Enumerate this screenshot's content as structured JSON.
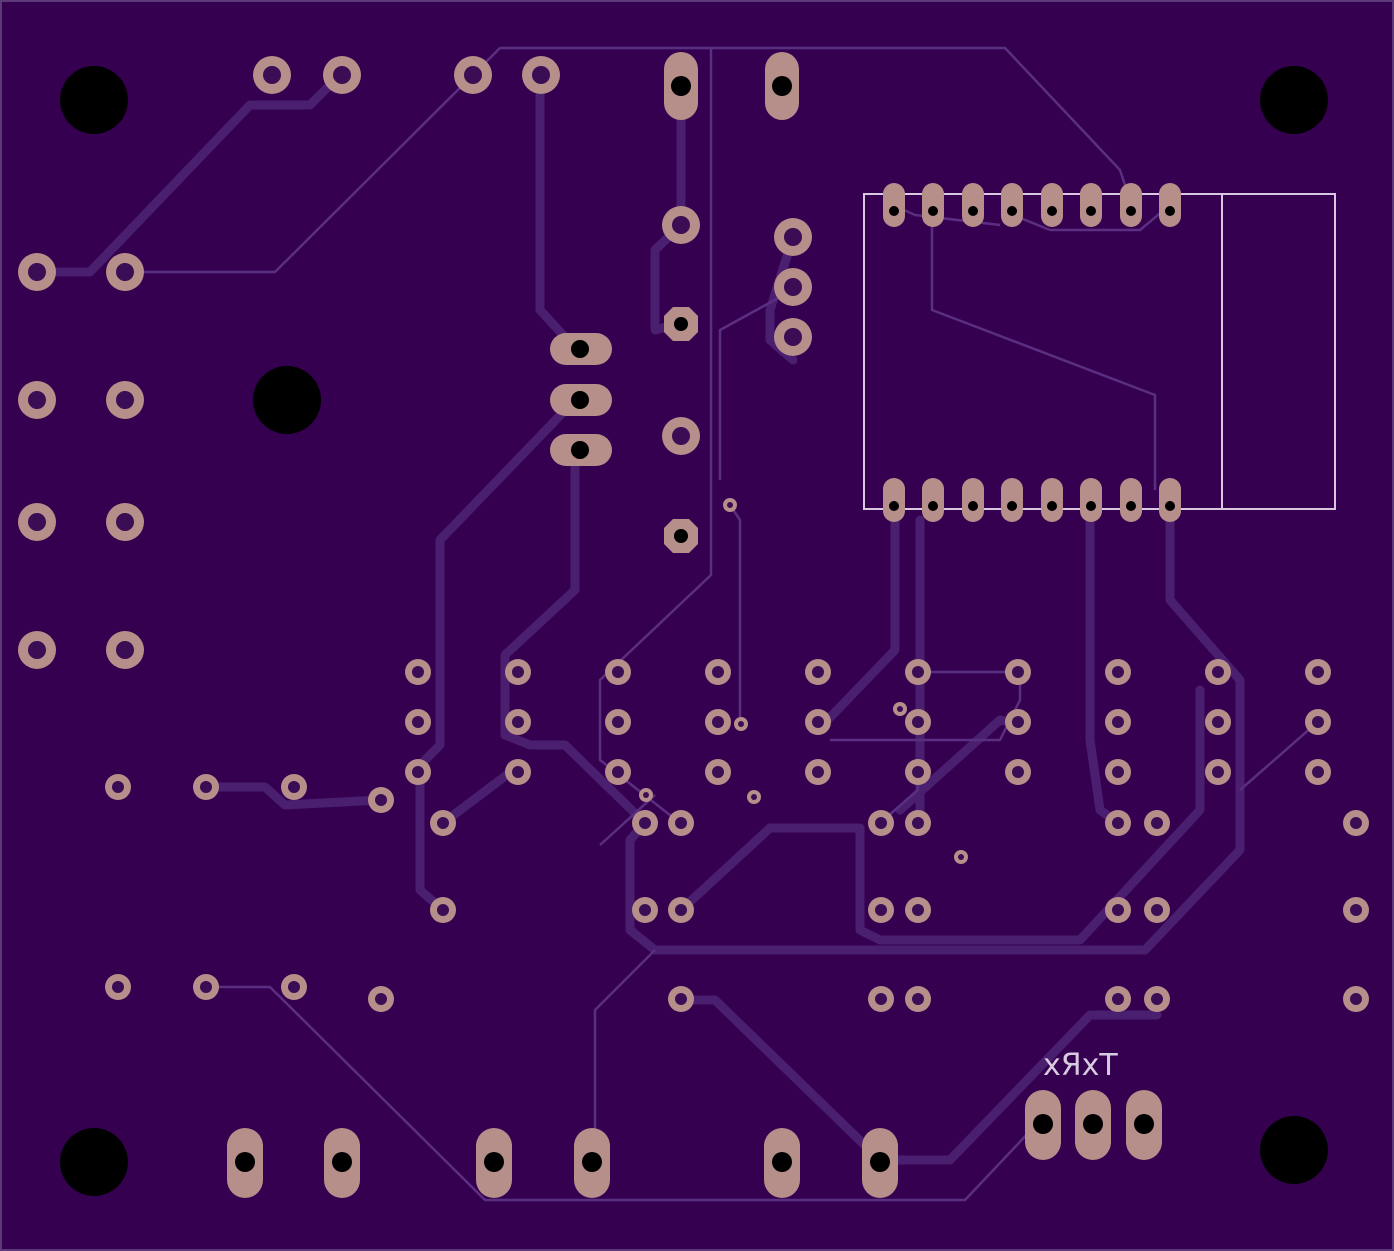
{
  "board": {
    "colors": {
      "board_fill": "#35004f",
      "board_edge": "#5c3a7a",
      "trace": "#4a1f70",
      "thin_trace": "#5a2f82",
      "pad_copper": "#b68f8a",
      "pad_ring_dark": "#9a7570",
      "drill_hole": "#000000",
      "silkscreen": "#d8c8e0"
    },
    "silkscreen_text": {
      "rx_tx_label": "xЯxT"
    },
    "icons": {
      "mounting_hole": "black-circle",
      "through_hole_pad": "copper-ring",
      "oval_pad": "copper-oblong",
      "via": "small-copper-ring"
    }
  }
}
